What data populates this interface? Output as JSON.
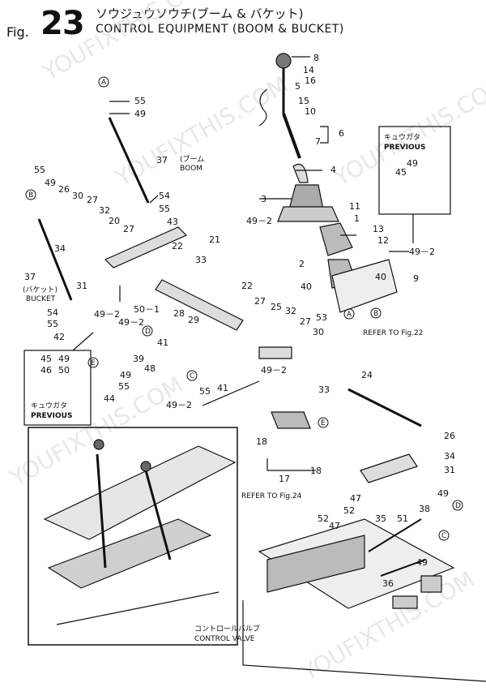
{
  "header": {
    "fig_prefix": "Fig.",
    "fig_number": "23",
    "title_jp": "ソウジュウソウチ(ブーム & バケット)",
    "title_en": "CONTROL EQUIPMENT (BOOM & BUCKET)"
  },
  "watermark": "YOUFIXTHIS.COM",
  "callouts": {
    "boom_jp": "(ブーム",
    "boom_en": "BOOM",
    "bucket_jp": "(バケット)",
    "bucket_en": "BUCKET",
    "previous_jp_1": "キュウガタ",
    "previous_en_1": "PREVIOUS",
    "previous_jp_2": "キュウガタ",
    "previous_en_2": "PREVIOUS",
    "refer_22": "REFER TO Fig.22",
    "refer_24": "REFER TO Fig.24",
    "control_valve_jp": "コントロールバルブ",
    "control_valve_en": "CONTROL VALVE"
  },
  "circle_letters": {
    "a1": "A",
    "b1": "B",
    "a2": "A",
    "b2": "B",
    "c1": "C",
    "c2": "C",
    "d1": "D",
    "d2": "D",
    "e1": "E",
    "e2": "E"
  },
  "part_numbers": {
    "p8": "8",
    "p14": "14",
    "p16": "16",
    "p5": "5",
    "p15": "15",
    "p10": "10",
    "p6": "6",
    "p7": "7",
    "p4": "4",
    "p3": "3",
    "p11": "11",
    "p1": "1",
    "p13": "13",
    "p12": "12",
    "p49_2a": "49－2",
    "p49_2b": "49－2",
    "p2": "2",
    "p40a": "40",
    "p40b": "40",
    "p9": "9",
    "p53": "53",
    "p55a": "55",
    "p49a": "49",
    "p37a": "37",
    "p54a": "54",
    "p55b": "55",
    "p43": "43",
    "p55c": "55",
    "p49b": "49",
    "p26a": "26",
    "p30a": "30",
    "p27a": "27",
    "p32a": "32",
    "p20": "20",
    "p27b": "27",
    "p34a": "34",
    "p31a": "31",
    "p22a": "22",
    "p21": "21",
    "p37b": "37",
    "p33a": "33",
    "p22b": "22",
    "p50_1": "50－1",
    "p54b": "54",
    "p55d": "55",
    "p42": "42",
    "p49_2c": "49－2",
    "p49_2d": "49－2",
    "p28": "28",
    "p29": "29",
    "p41a": "41",
    "p39": "39",
    "p48": "48",
    "p27c": "27",
    "p25": "25",
    "p32b": "32",
    "p27d": "27",
    "p30b": "30",
    "p45a": "45",
    "p46": "46",
    "p49c": "49",
    "p50": "50",
    "p44": "44",
    "p49d": "49",
    "p55e": "55",
    "p49_2e": "49－2",
    "p55f": "55",
    "p41b": "41",
    "p49_2f": "49－2",
    "p33b": "33",
    "p24": "24",
    "p18a": "18",
    "p17": "17",
    "p18b": "18",
    "p26b": "26",
    "p34b": "34",
    "p31b": "31",
    "p49e": "49",
    "p47a": "47",
    "p52a": "52",
    "p38": "38",
    "p35": "35",
    "p51": "51",
    "p52b": "52",
    "p47b": "47",
    "p36": "36",
    "p49f": "49",
    "p45b": "45",
    "p49g": "49"
  }
}
